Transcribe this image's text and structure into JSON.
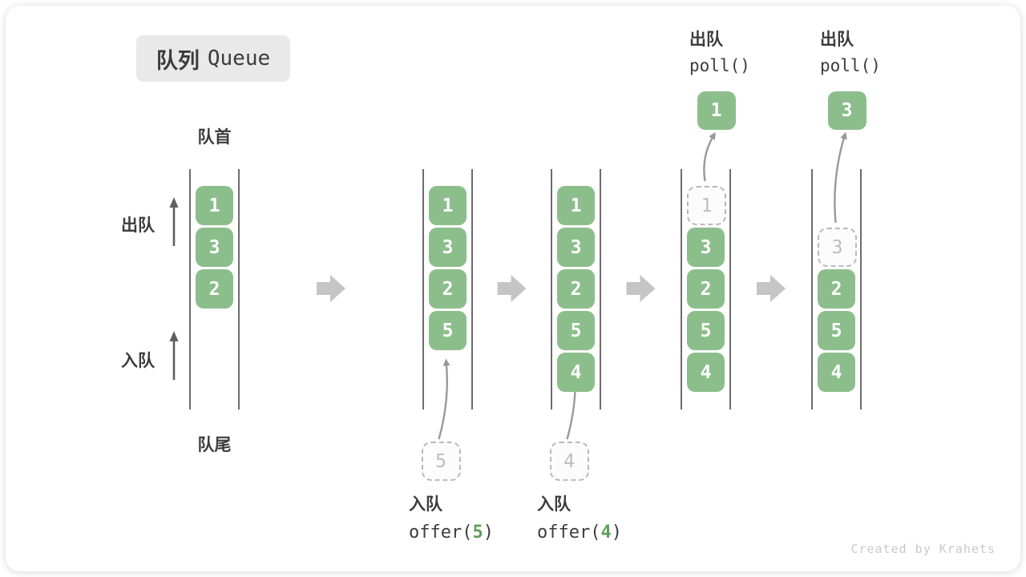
{
  "title": {
    "zh": "队列",
    "en": "Queue"
  },
  "side_labels": {
    "front": "队首",
    "rear": "队尾",
    "dequeue": "出队",
    "enqueue": "入队"
  },
  "footer": {
    "credit": "Created by Krahets"
  },
  "colors": {
    "green": "#8cbe8c",
    "green_accent": "#5ca05c",
    "big_arrow": "#c5c5c5",
    "wall_line": "#474747",
    "text_dark": "#3c3c3c",
    "dashed_gray": "#b9b9b9",
    "muted": "#c9c9c9"
  },
  "states": [
    {
      "name": "state-initial",
      "slots": [
        {
          "slot": 0,
          "value": "1"
        },
        {
          "slot": 1,
          "value": "3"
        },
        {
          "slot": 2,
          "value": "2"
        }
      ]
    },
    {
      "name": "state-after-offer-5",
      "slots": [
        {
          "slot": 0,
          "value": "1"
        },
        {
          "slot": 1,
          "value": "3"
        },
        {
          "slot": 2,
          "value": "2"
        },
        {
          "slot": 3,
          "value": "5"
        }
      ],
      "pending_value": "5",
      "caption": {
        "zh": "入队",
        "fn_open": "offer(",
        "arg": "5",
        "fn_close": ")"
      }
    },
    {
      "name": "state-after-offer-4",
      "slots": [
        {
          "slot": 0,
          "value": "1"
        },
        {
          "slot": 1,
          "value": "3"
        },
        {
          "slot": 2,
          "value": "2"
        },
        {
          "slot": 3,
          "value": "5"
        },
        {
          "slot": 4,
          "value": "4"
        }
      ],
      "pending_value": "4",
      "caption": {
        "zh": "入队",
        "fn_open": "offer(",
        "arg": "4",
        "fn_close": ")"
      }
    },
    {
      "name": "state-after-poll-1",
      "slots": [
        {
          "slot": 0,
          "value": "1",
          "removed": true
        },
        {
          "slot": 1,
          "value": "3"
        },
        {
          "slot": 2,
          "value": "2"
        },
        {
          "slot": 3,
          "value": "5"
        },
        {
          "slot": 4,
          "value": "4"
        }
      ],
      "out_value": "1",
      "header": {
        "zh": "出队",
        "fn": "poll()"
      }
    },
    {
      "name": "state-after-poll-3",
      "slots": [
        {
          "slot": 1,
          "value": "3",
          "removed": true
        },
        {
          "slot": 2,
          "value": "2"
        },
        {
          "slot": 3,
          "value": "5"
        },
        {
          "slot": 4,
          "value": "4"
        }
      ],
      "out_value": "3",
      "header": {
        "zh": "出队",
        "fn": "poll()"
      }
    }
  ]
}
